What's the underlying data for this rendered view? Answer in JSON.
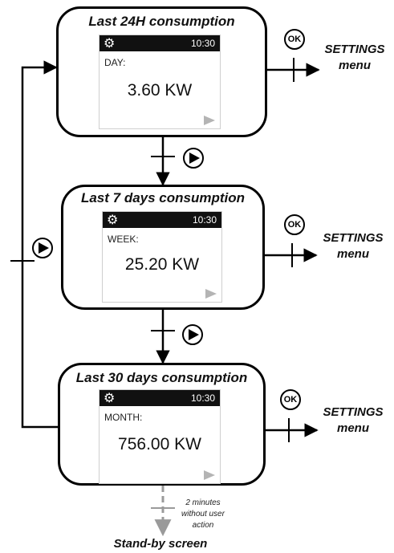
{
  "states": [
    {
      "title": "Last 24H consumption",
      "period": "DAY:",
      "value": "3.60 KW",
      "time": "10:30"
    },
    {
      "title": "Last 7 days consumption",
      "period": "WEEK:",
      "value": "25.20 KW",
      "time": "10:30"
    },
    {
      "title": "Last 30 days consumption",
      "period": "MONTH:",
      "value": "756.00 KW",
      "time": "10:30"
    }
  ],
  "buttons": {
    "ok_label": "OK"
  },
  "settings": {
    "line1": "SETTINGS",
    "line2": "menu"
  },
  "timeout": {
    "line1": "2 minutes",
    "line2": "without user",
    "line3": "action"
  },
  "standby": {
    "label": "Stand-by screen"
  },
  "icons": {
    "settings": "gear-icon",
    "next": "play-icon",
    "confirm": "ok-icon"
  },
  "colors": {
    "screen_bar": "#111111",
    "line": "#000000",
    "timeout_line": "#9a9a9a"
  }
}
